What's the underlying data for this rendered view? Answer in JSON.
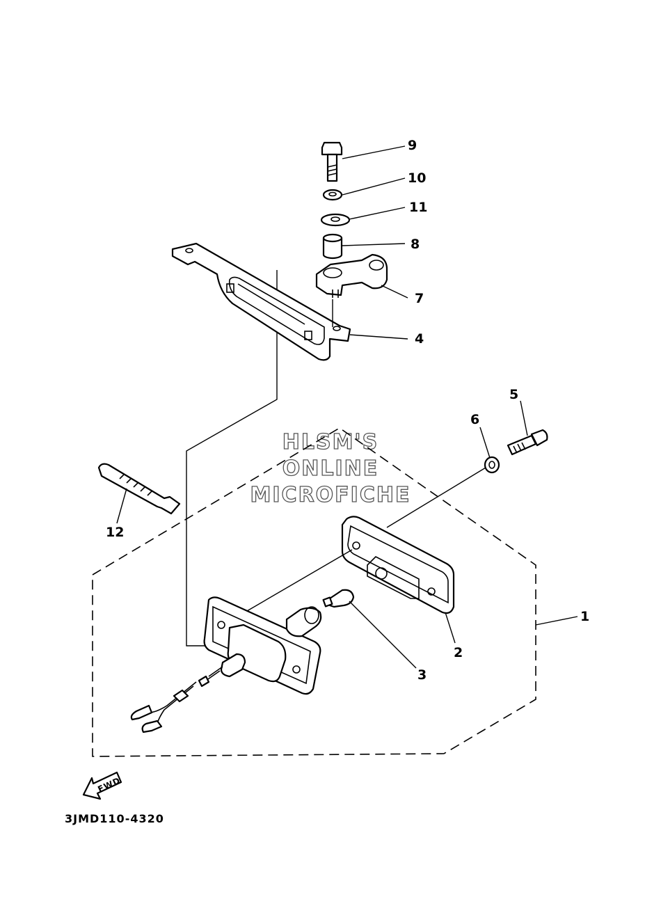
{
  "watermark": {
    "line1": "HLSM'S",
    "line2": "ONLINE",
    "line3": "MICROFICHE"
  },
  "diagram_code": "3JMD110-4320",
  "fwd_label": "FWD",
  "callouts": [
    "1",
    "2",
    "3",
    "4",
    "5",
    "6",
    "7",
    "8",
    "9",
    "10",
    "11",
    "12"
  ]
}
